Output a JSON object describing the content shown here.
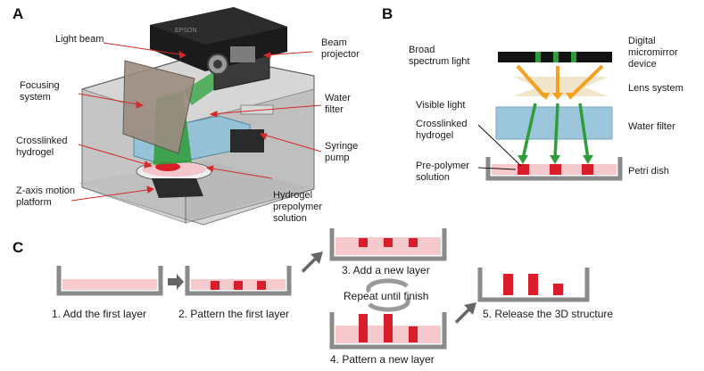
{
  "panels": {
    "a": "A",
    "b": "B",
    "c": "C"
  },
  "panel_a": {
    "light_beam": "Light beam",
    "beam_projector": [
      "Beam",
      "projector"
    ],
    "focusing_system": [
      "Focusing",
      "system"
    ],
    "water_filter": [
      "Water",
      "filter"
    ],
    "crosslinked_hydrogel": [
      "Crosslinked",
      "hydrogel"
    ],
    "syringe_pump": [
      "Syringe",
      "pump"
    ],
    "z_axis": [
      "Z-axis motion",
      "platform"
    ],
    "hydrogel_prepolymer": [
      "Hydrogel",
      "prepolymer",
      "solution"
    ],
    "projector_brand": "EPSON"
  },
  "panel_b": {
    "broad_spectrum": [
      "Broad",
      "spectrum light"
    ],
    "dmd": [
      "Digital",
      "micromirror",
      "device"
    ],
    "lens_system": "Lens system",
    "visible_light": "Visible light",
    "crosslinked_hydrogel": [
      "Crosslinked",
      "hydrogel"
    ],
    "water_filter": "Water filter",
    "pre_polymer": [
      "Pre-polymer",
      "solution"
    ],
    "petri_dish": "Petri dish"
  },
  "panel_c": {
    "step1": "1. Add the first layer",
    "step2": "2. Pattern the first layer",
    "step3": "3. Add a new layer",
    "repeat": "Repeat until finish",
    "step4": "4. Pattern a new layer",
    "step5": "5. Release the 3D structure"
  },
  "colors": {
    "beam_green": "#2e9e3a",
    "dark_green": "#1f7a2a",
    "orange": "#f2a020",
    "hydrogel_red": "#d81e2a",
    "prepolymer_pink": "#f6c9cd",
    "filter_blue": "#9cc6dc",
    "dish_gray": "#8a8a8a"
  }
}
